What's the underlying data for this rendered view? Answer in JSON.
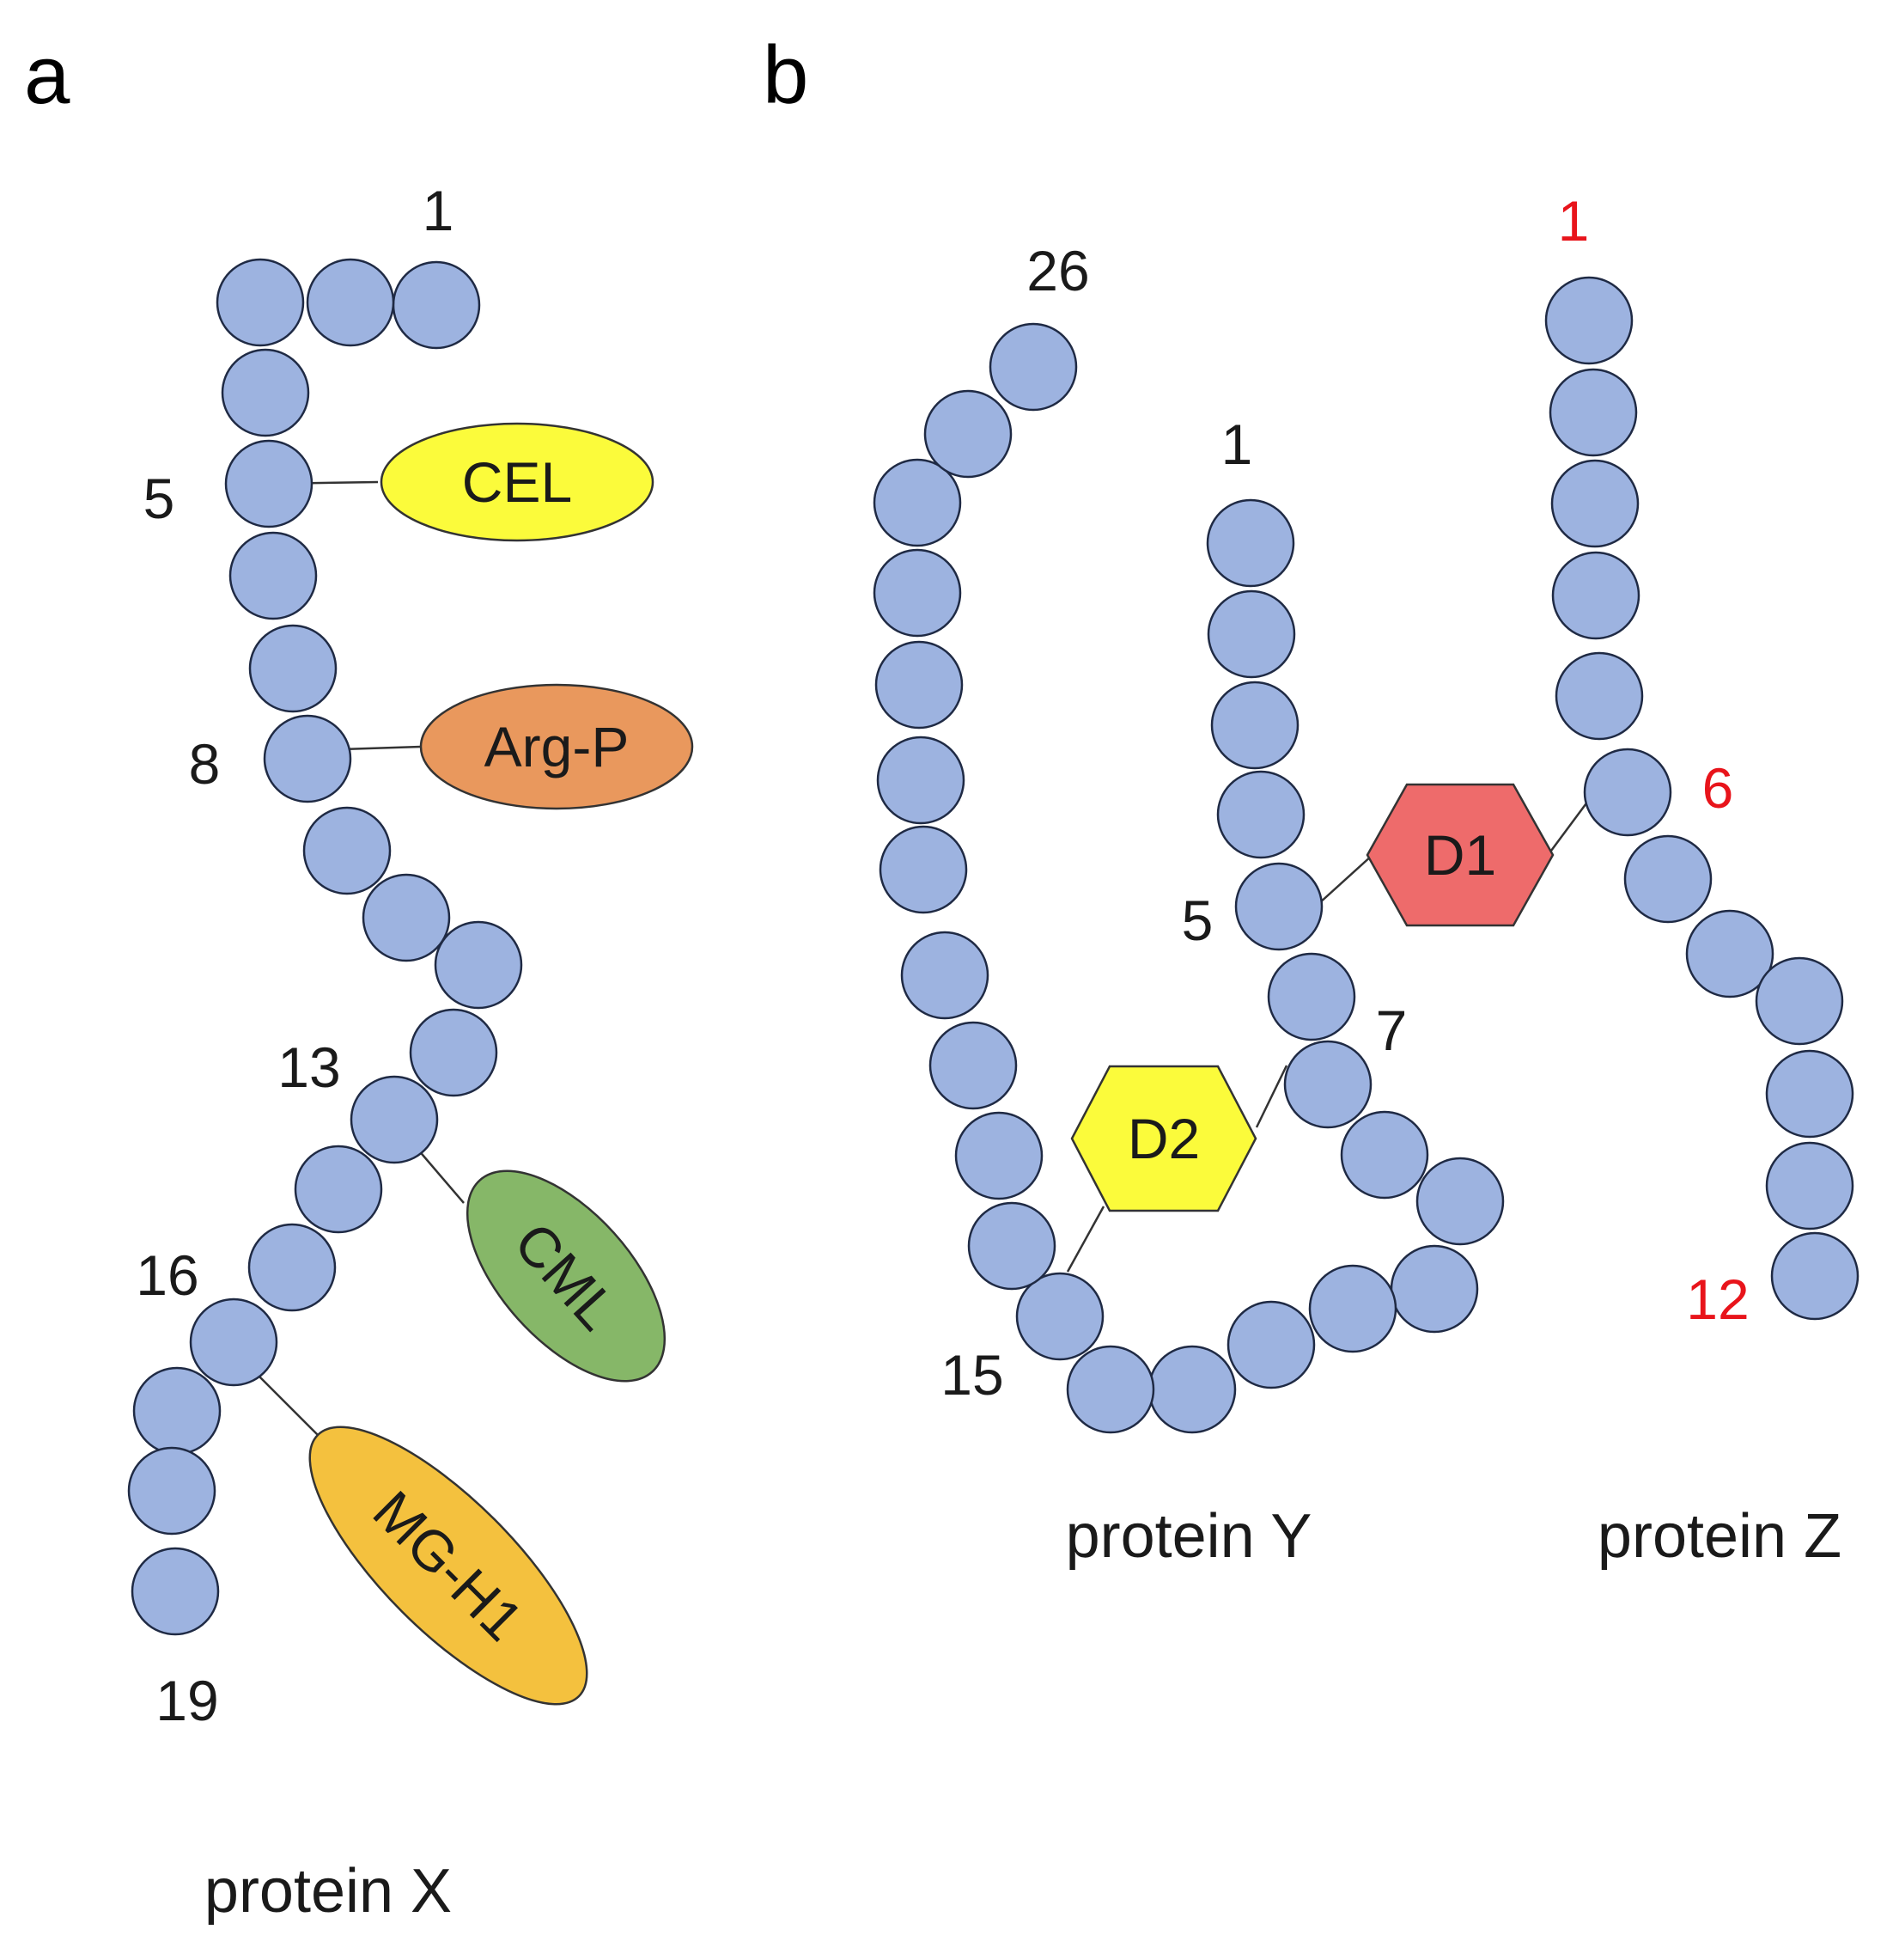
{
  "panels": {
    "a": {
      "label": "a",
      "caption": "protein X",
      "chain_length": 19,
      "residue_labels": [
        "1",
        "5",
        "8",
        "13",
        "16",
        "19"
      ],
      "modifications": [
        {
          "name": "CEL",
          "residue": 5,
          "color": "#fbfb3b",
          "shape": "ellipse"
        },
        {
          "name": "Arg-P",
          "residue": 8,
          "color": "#e9985d",
          "shape": "ellipse"
        },
        {
          "name": "CML",
          "residue": 13,
          "color": "#86b768",
          "shape": "ellipse"
        },
        {
          "name": "MG-H1",
          "residue": 16,
          "color": "#f4c13e",
          "shape": "ellipse"
        }
      ]
    },
    "b": {
      "label": "b",
      "protein_y": {
        "caption": "protein Y",
        "chain_length": 26,
        "residue_labels": [
          "1",
          "5",
          "7",
          "15",
          "26"
        ]
      },
      "protein_z": {
        "caption": "protein Z",
        "chain_length": 12,
        "residue_labels": [
          "1",
          "6",
          "12"
        ],
        "label_color": "#e8141b"
      },
      "crosslinks": [
        {
          "name": "D1",
          "from": "protein Y residue 5",
          "to": "protein Z residue 6",
          "color": "#ee6b6b",
          "shape": "hexagon"
        },
        {
          "name": "D2",
          "from": "protein Y residue 7",
          "to": "protein Y residue 15",
          "color": "#fbfb3b",
          "shape": "hexagon"
        }
      ]
    }
  },
  "colors": {
    "residue_fill": "#9db3e0",
    "residue_stroke": "#1f2a44"
  }
}
